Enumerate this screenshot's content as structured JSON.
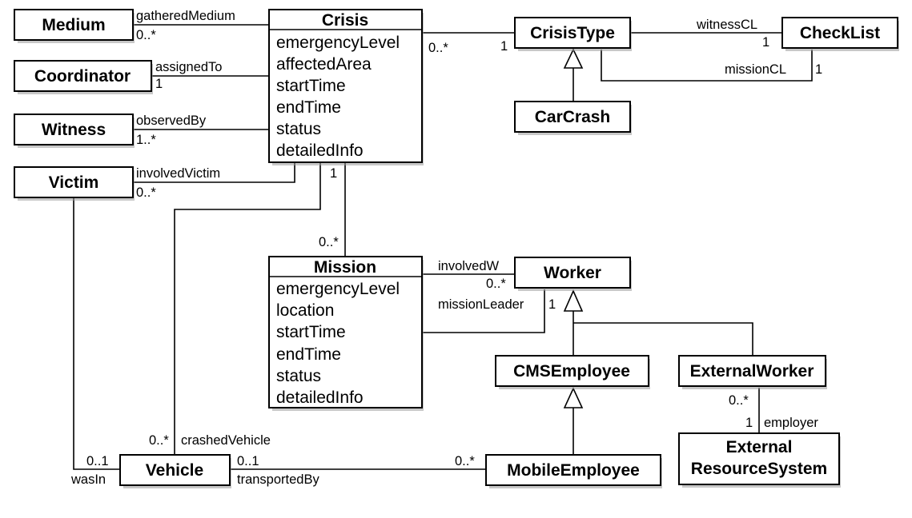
{
  "classes": {
    "medium": {
      "name": "Medium"
    },
    "coordinator": {
      "name": "Coordinator"
    },
    "witness": {
      "name": "Witness"
    },
    "victim": {
      "name": "Victim"
    },
    "crisis": {
      "name": "Crisis",
      "attributes": [
        "emergencyLevel",
        "affectedArea",
        "startTime",
        "endTime",
        "status",
        "detailedInfo"
      ]
    },
    "crisis_type": {
      "name": "CrisisType"
    },
    "check_list": {
      "name": "CheckList"
    },
    "car_crash": {
      "name": "CarCrash"
    },
    "mission": {
      "name": "Mission",
      "attributes": [
        "emergencyLevel",
        "location",
        "startTime",
        "endTime",
        "status",
        "detailedInfo"
      ]
    },
    "worker": {
      "name": "Worker"
    },
    "cms_employee": {
      "name": "CMSEmployee"
    },
    "external_worker": {
      "name": "ExternalWorker"
    },
    "external_resource_system": {
      "name_line1": "External",
      "name_line2": "ResourceSystem"
    },
    "vehicle": {
      "name": "Vehicle"
    },
    "mobile_employee": {
      "name": "MobileEmployee"
    }
  },
  "associations": {
    "gathered_medium": {
      "role": "gatheredMedium",
      "mult": "0..*"
    },
    "assigned_to": {
      "role": "assignedTo",
      "mult": "1"
    },
    "observed_by": {
      "role": "observedBy",
      "mult": "1..*"
    },
    "involved_victim": {
      "role": "involvedVictim",
      "mult": "0..*"
    },
    "crisis_type": {
      "mult_crisis": "0..*",
      "mult_type": "1"
    },
    "witness_cl": {
      "role": "witnessCL",
      "mult": "1"
    },
    "mission_cl": {
      "role": "missionCL",
      "mult": "1"
    },
    "crisis_mission": {
      "mult_crisis": "1",
      "mult_mission": "0..*"
    },
    "involved_w": {
      "role": "involvedW",
      "mult": "0..*"
    },
    "mission_leader": {
      "role": "missionLeader",
      "mult": "1"
    },
    "employer": {
      "role": "employer",
      "mult_worker": "0..*",
      "mult_system": "1"
    },
    "crashed_vehicle": {
      "role": "crashedVehicle",
      "mult": "0..*"
    },
    "was_in": {
      "role": "wasIn",
      "mult": "0..1"
    },
    "transported_by": {
      "role": "transportedBy",
      "mult_vehicle": "0..1",
      "mult_employee": "0..*"
    }
  }
}
